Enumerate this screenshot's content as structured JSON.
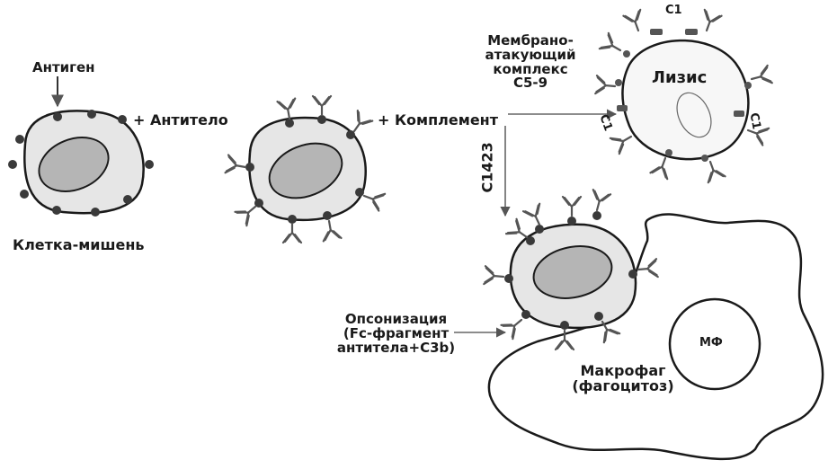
{
  "labels": {
    "antigen": "Антиген",
    "plus_antibody": "+ Антитело",
    "target_cell": "Клетка-мишень",
    "plus_complement": "+ Комплемент",
    "mac_line1": "Мембрано-",
    "mac_line2": "атакующий",
    "mac_line3": "комплекс",
    "mac_line4": "C5-9",
    "lysis": "Лизис",
    "c1_top": "C1",
    "c1_left": "C1",
    "c1_right": "C1",
    "c1423": "C1423",
    "opsonization_line1": "Опсонизация",
    "opsonization_line2": "(Fc-фрагмент",
    "opsonization_line3": "антитела+C3b)",
    "macrophage_line1": "Макрофаг",
    "macrophage_line2": "(фагоцитоз)",
    "mf": "МФ"
  },
  "colors": {
    "ink": "#1a1a1a",
    "cell_fill": "#e6e6e6",
    "nucleus_fill": "#b5b5b5",
    "antigen_dot": "#3a3a3a",
    "antibody": "#555555",
    "lysis_fill": "#f7f7f7"
  }
}
